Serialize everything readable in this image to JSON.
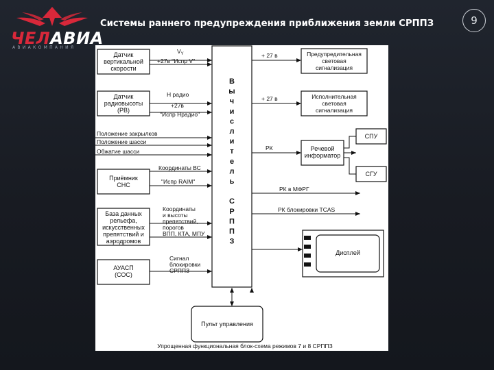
{
  "slide": {
    "title": "Системы раннего предупреждения приближения земли СРППЗ",
    "page_number": "9"
  },
  "logo": {
    "word_part1": "ЧЕЛ",
    "word_part2": "АВИА",
    "subtitle": "АВИАКОМПАНИЯ"
  },
  "diagram": {
    "central_block": [
      "В",
      "ы",
      "ч",
      "и",
      "с",
      "л",
      "и",
      "т",
      "е",
      "л",
      "ь",
      "",
      "С",
      "Р",
      "П",
      "П",
      "З"
    ],
    "left_blocks": {
      "vvs": [
        "Датчик",
        "вертикальной",
        "скорости"
      ],
      "rv": [
        "Датчик",
        "радиовысоты",
        "(РВ)"
      ],
      "sns": [
        "Приёмник",
        "СНС"
      ],
      "bdr": [
        "База данных",
        "рельефа,",
        "искусственных",
        "препятствий и",
        "аэродромов"
      ],
      "aual": [
        "АУАСП",
        "(СОС)"
      ]
    },
    "signals": {
      "vy": "V",
      "vy_sub": "Y",
      "ispr_vy": "+27в \"Испр V\"",
      "h_radio": "H радио",
      "plus27v": "+27в",
      "ispr_h": "\"Испр Нрадио\"",
      "flaps": "Положение закрылков",
      "gear": "Положение шасси",
      "gear_compress": "Обжатие шасси",
      "coords_vs": "Координаты ВС",
      "ispr_raim": "\"Испр RAIM\"",
      "coords_lines": [
        "Координаты",
        "и высоты",
        "препятствий,",
        "порогов",
        "ВПП, КТА,   МПУ"
      ],
      "signal_lines": [
        "Сигнал",
        "блокировки",
        "СРППЗ"
      ],
      "p27_top": "+ 27 в",
      "p27_mid": "+ 27 в",
      "rk": "РК",
      "rk_mfpi": "РК в МФРГ",
      "rk_tcas": "РК блокировки TCAS"
    },
    "right_blocks": {
      "warn_light": [
        "Предупредительная",
        "световая",
        "сигнализация"
      ],
      "exec_light": [
        "Исполнительная",
        "световая",
        "сигнализация"
      ],
      "speech": [
        "Речевой",
        "информатор"
      ],
      "spu": "СПУ",
      "sgu": "СГУ",
      "display": "Дисплей"
    },
    "control_panel": "Пульт управления",
    "caption": "Упрощенная функциональная блок-схема режимов 7 и 8 СРППЗ"
  },
  "colors": {
    "slide_bg": "#1b1f27",
    "logo_red": "#d8283a",
    "title_text": "#ffffff",
    "diagram_bg": "#ffffff",
    "diagram_ink": "#111111"
  }
}
